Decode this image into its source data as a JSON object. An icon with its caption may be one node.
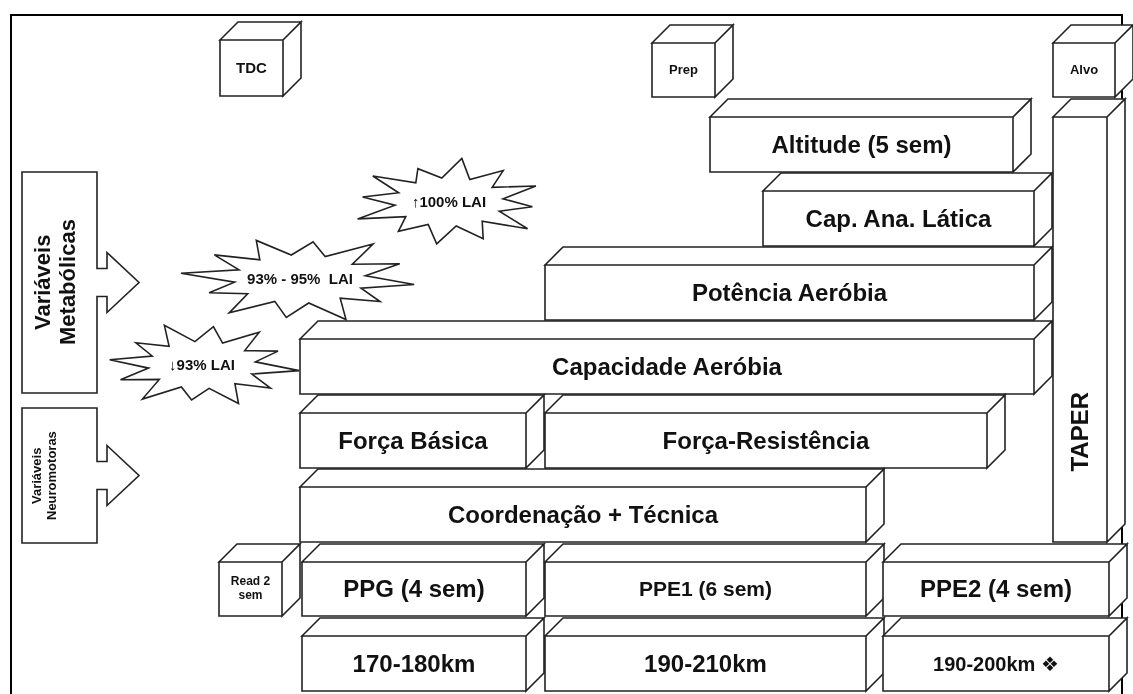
{
  "diagram": {
    "nodes": [
      {
        "text": [
          "TDC"
        ]
      },
      {
        "text": [
          "Prep"
        ]
      },
      {
        "text": [
          "Alvo"
        ]
      },
      {
        "text": [
          "Altitude (5 sem)"
        ]
      },
      {
        "text": [
          "↑100% LAI"
        ]
      },
      {
        "text": [
          "Variáveis Metabólicas"
        ]
      },
      {
        "text": [
          "Cap. Ana. Lática"
        ]
      },
      {
        "text": [
          "93% - 95%  LAI"
        ]
      },
      {
        "text": [
          "Potência Aeróbia"
        ]
      },
      {
        "text": [
          "↓93% LAI"
        ]
      },
      {
        "text": [
          "Capacidade Aeróbia"
        ]
      },
      {
        "text": [
          "TAPER"
        ]
      },
      {
        "text": [
          "Variáveis Neuromotoras"
        ]
      },
      {
        "text": [
          "Força Básica"
        ]
      },
      {
        "text": [
          "Força-Resistência"
        ]
      },
      {
        "text": [
          "Coordenação + Técnica"
        ]
      },
      {
        "text": [
          "Read 2 sem"
        ]
      },
      {
        "text": [
          "PPG (4 sem)"
        ]
      },
      {
        "text": [
          "PPE1 (6 sem)"
        ]
      },
      {
        "text": [
          "PPE2 (4 sem)"
        ]
      },
      {
        "text": [
          "170-180km"
        ]
      },
      {
        "text": [
          "190-210km"
        ]
      },
      {
        "text": [
          "190-200km ❖"
        ]
      }
    ]
  }
}
